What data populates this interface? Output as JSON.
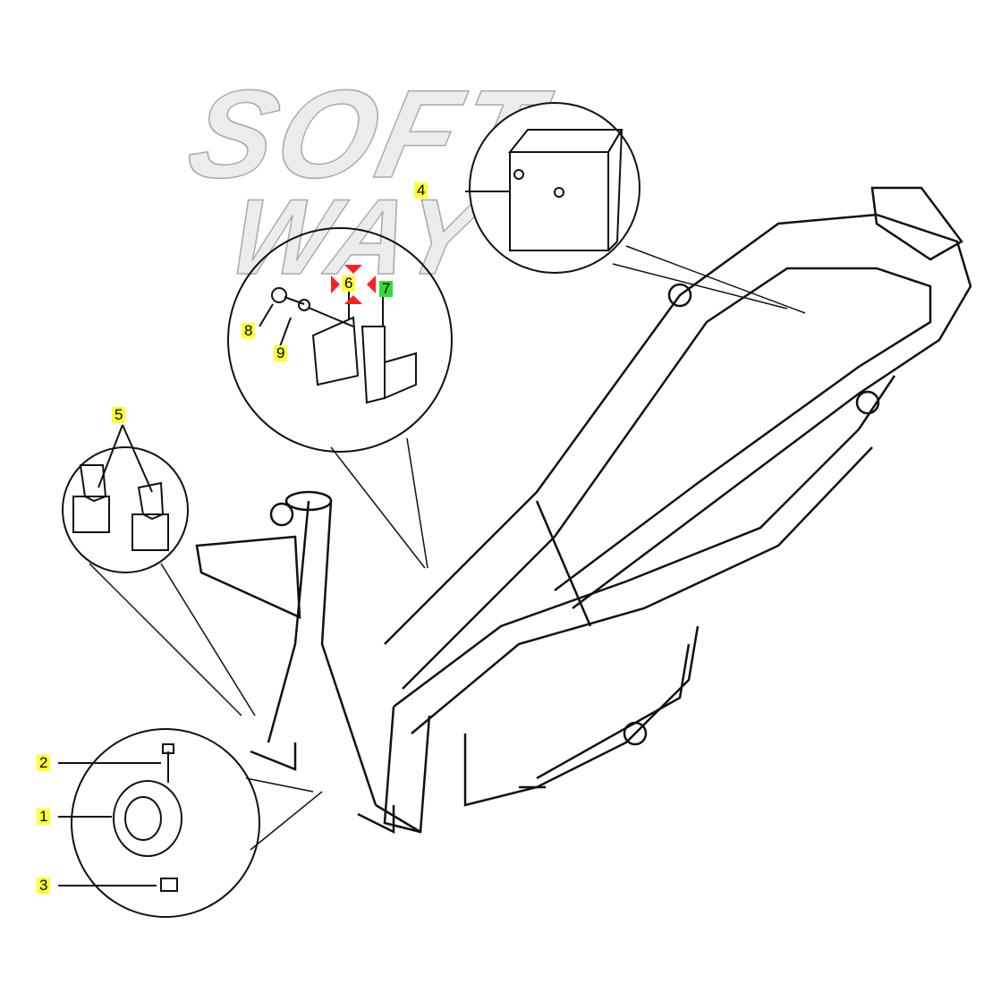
{
  "watermark": {
    "line1": "SOFT",
    "line2": "WAY"
  },
  "parts": [
    {
      "id": "1",
      "highlight": "yellow"
    },
    {
      "id": "2",
      "highlight": "yellow"
    },
    {
      "id": "3",
      "highlight": "yellow"
    },
    {
      "id": "4",
      "highlight": "yellow"
    },
    {
      "id": "5",
      "highlight": "yellow"
    },
    {
      "id": "6",
      "highlight": "yellow",
      "selected": true
    },
    {
      "id": "7",
      "highlight": "green"
    },
    {
      "id": "8",
      "highlight": "yellow"
    },
    {
      "id": "9",
      "highlight": "yellow"
    }
  ],
  "colors": {
    "yellow": "#ffff33",
    "green": "#33dd33",
    "selection_marker": "#ff2020",
    "line": "#111111"
  }
}
